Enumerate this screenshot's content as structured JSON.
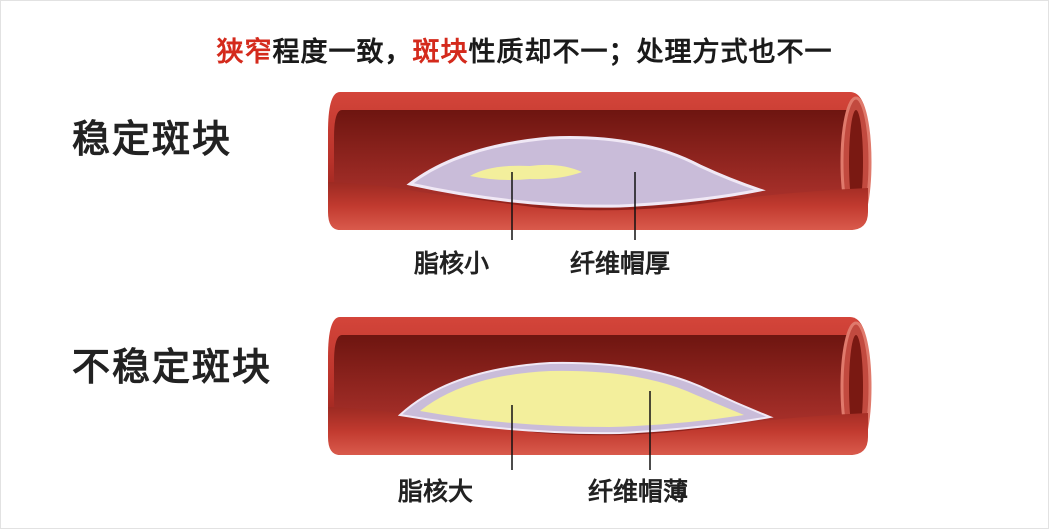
{
  "title": {
    "part1_red": "狭窄",
    "part2": "程度一致，",
    "part3_red": "斑块",
    "part4": "性质却不一；处理方式也不一"
  },
  "stable": {
    "label": "稳定斑块",
    "core_label": "脂核小",
    "cap_label": "纤维帽厚"
  },
  "unstable": {
    "label": "不稳定斑块",
    "core_label": "脂核大",
    "cap_label": "纤维帽薄"
  },
  "colors": {
    "accent_red": "#d42a1c",
    "vessel_wall": "#b8322a",
    "vessel_inner": "#8e1f18",
    "fibrous_cap": "#c9bcd9",
    "lipid_core": "#f3ef9c"
  }
}
